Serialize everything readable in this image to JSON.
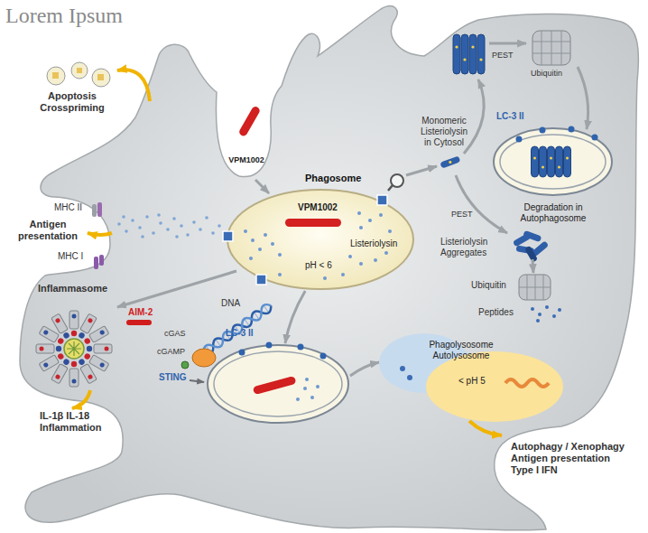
{
  "diagram": {
    "title": "Lorem Ipsum",
    "nodes": [
      {
        "text": [
          "Phagosome",
          "VPM1002",
          "Listeriolysin",
          "pH < 6"
        ]
      },
      {
        "text": [
          "LC-3 II",
          "Degradation in Autophagosome"
        ]
      },
      {
        "text": [
          "LC-3 II"
        ]
      },
      {
        "text": [
          "Phagolysosome Autolysosome",
          "< pH 5"
        ]
      }
    ],
    "edges": [
      {
        "from": 0,
        "to": 2,
        "arrow": "to"
      },
      {
        "from": 2,
        "to": 3,
        "arrow": "to"
      }
    ],
    "labels": [
      "Apoptosis Crosspriming",
      "VPM1002",
      "MHC II",
      "Antigen presentation",
      "MHC I",
      "Inflammasome",
      "AIM-2",
      "DNA",
      "cGAS",
      "cGAMP",
      "STING",
      "IL-1β IL-18 Inflammation",
      "PEST",
      "Ubiquitin",
      "Monomeric Listeriolysin in Cytosol",
      "PEST",
      "Listeriolysin Aggregates",
      "Ubiquitin",
      "Peptides",
      "Autophagy / Xenophagy Antigen presentation Type I IFN"
    ]
  }
}
